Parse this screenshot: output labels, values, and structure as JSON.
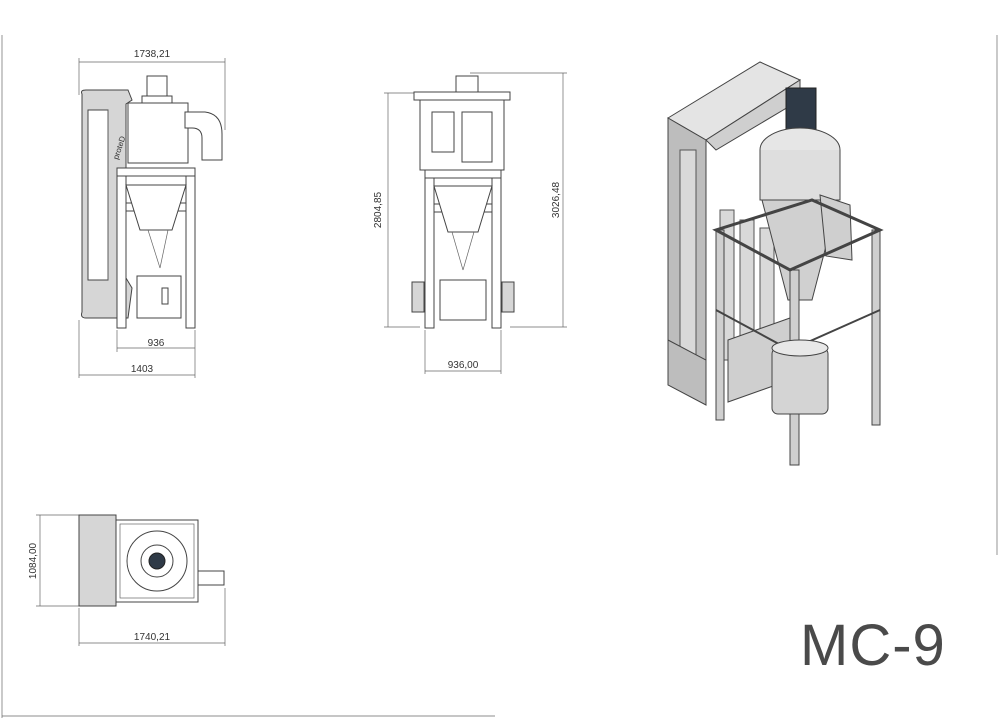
{
  "title": "MC-9",
  "brand_label": "proteD",
  "side_view": {
    "dim_top_width": "1738,21",
    "dim_frame_width": "936",
    "dim_overall_width": "1403"
  },
  "front_view": {
    "dim_height_inner": "2804,85",
    "dim_height_overall": "3026,48",
    "dim_width": "936,00"
  },
  "top_view": {
    "dim_depth": "1084,00",
    "dim_width": "1740,21"
  },
  "colors": {
    "line": "#444444",
    "panel": "#d6d6d6",
    "motor": "#2f3a47",
    "title": "#4a4a4a"
  }
}
